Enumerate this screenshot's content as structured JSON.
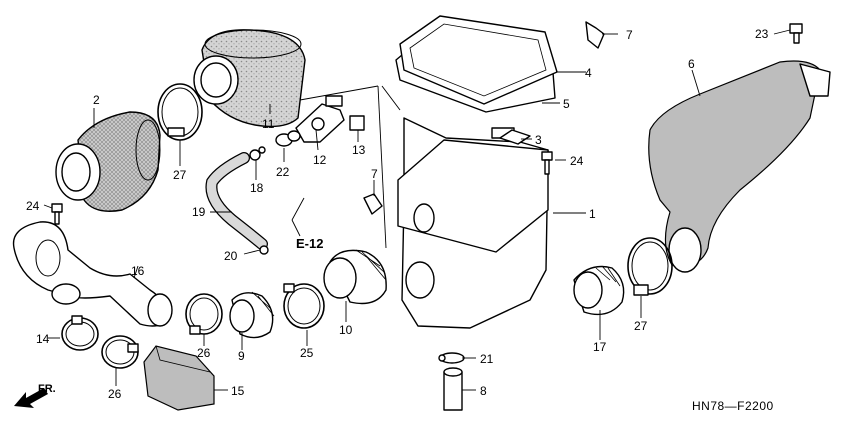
{
  "diagram": {
    "code": "HN78—F2200",
    "ref_label": "E-12",
    "direction_label": "FR.",
    "callouts": [
      {
        "id": "c1",
        "text": "1"
      },
      {
        "id": "c2",
        "text": "2"
      },
      {
        "id": "c3",
        "text": "3"
      },
      {
        "id": "c4",
        "text": "4"
      },
      {
        "id": "c5",
        "text": "5"
      },
      {
        "id": "c6",
        "text": "6"
      },
      {
        "id": "c7a",
        "text": "7"
      },
      {
        "id": "c7b",
        "text": "7"
      },
      {
        "id": "c8",
        "text": "8"
      },
      {
        "id": "c9",
        "text": "9"
      },
      {
        "id": "c10",
        "text": "10"
      },
      {
        "id": "c11",
        "text": "11"
      },
      {
        "id": "c12",
        "text": "12"
      },
      {
        "id": "c13",
        "text": "13"
      },
      {
        "id": "c14",
        "text": "14"
      },
      {
        "id": "c15",
        "text": "15"
      },
      {
        "id": "c16",
        "text": "16"
      },
      {
        "id": "c17",
        "text": "17"
      },
      {
        "id": "c18",
        "text": "18"
      },
      {
        "id": "c19",
        "text": "19"
      },
      {
        "id": "c20",
        "text": "20"
      },
      {
        "id": "c21",
        "text": "21"
      },
      {
        "id": "c22",
        "text": "22"
      },
      {
        "id": "c23",
        "text": "23"
      },
      {
        "id": "c24a",
        "text": "24"
      },
      {
        "id": "c24b",
        "text": "24"
      },
      {
        "id": "c25",
        "text": "25"
      },
      {
        "id": "c26a",
        "text": "26"
      },
      {
        "id": "c26b",
        "text": "26"
      },
      {
        "id": "c27a",
        "text": "27"
      },
      {
        "id": "c27b",
        "text": "27"
      }
    ]
  }
}
